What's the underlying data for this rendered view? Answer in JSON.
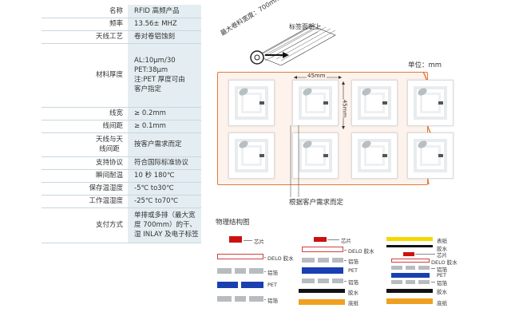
{
  "spec_rows": [
    {
      "key": "名称",
      "value": "RFID 高频产品"
    },
    {
      "key": "频率",
      "value": "13.56± MHZ"
    },
    {
      "key": "天线工艺",
      "value": "卷对卷铝蚀刻"
    },
    {
      "key": "材料厚度",
      "value": "AL:10μm/30\nPET:38μm\n注:PET 厚度可由\n客户指定"
    },
    {
      "key": "线宽",
      "value": "≥ 0.2mm"
    },
    {
      "key": "线间距",
      "value": "≥ 0.1mm"
    },
    {
      "key": "天线与天\n线间距",
      "value": "按客户需求而定"
    },
    {
      "key": "支持协议",
      "value": "符合国际标准协议"
    },
    {
      "key": "瞬间耐温",
      "value": "10 秒 180℃"
    },
    {
      "key": "保存温湿度",
      "value": "-5℃ to30℃"
    },
    {
      "key": "工作温湿度",
      "value": "-25℃ to70℃"
    },
    {
      "key": "支付方式",
      "value": "单排或多排（最大宽\n度 700mm）的干、\n湿 INLAY 及电子标签"
    }
  ],
  "diagram": {
    "roll_width_label": "最大卷料宽度：700mm",
    "face_up_label": "标签面朝上",
    "unit_label": "单位：mm",
    "pitch_h_label": "45mm",
    "pitch_v_label": "45mm",
    "note_label": "根据客户需求而定"
  },
  "structure": {
    "title": "物理结构图",
    "colors": {
      "chip": "#cc1111",
      "delo": "#ffffff",
      "al": "#b8bcbf",
      "pet": "#1a3fb0",
      "adhesive": "#111111",
      "liner": "#f0a020",
      "face": "#f5d800"
    },
    "col1": [
      "芯片",
      "DELO 胶水",
      "铝箔",
      "PET",
      "铝箔"
    ],
    "col2": [
      "芯片",
      "DELO 胶水",
      "铝箔",
      "PET",
      "铝箔",
      "胶水",
      "底纸"
    ],
    "col3": [
      "表纸",
      "胶水",
      "芯片",
      "DELO 胶水",
      "铝箔",
      "PET",
      "铝箔",
      "胶水",
      "底纸"
    ]
  }
}
